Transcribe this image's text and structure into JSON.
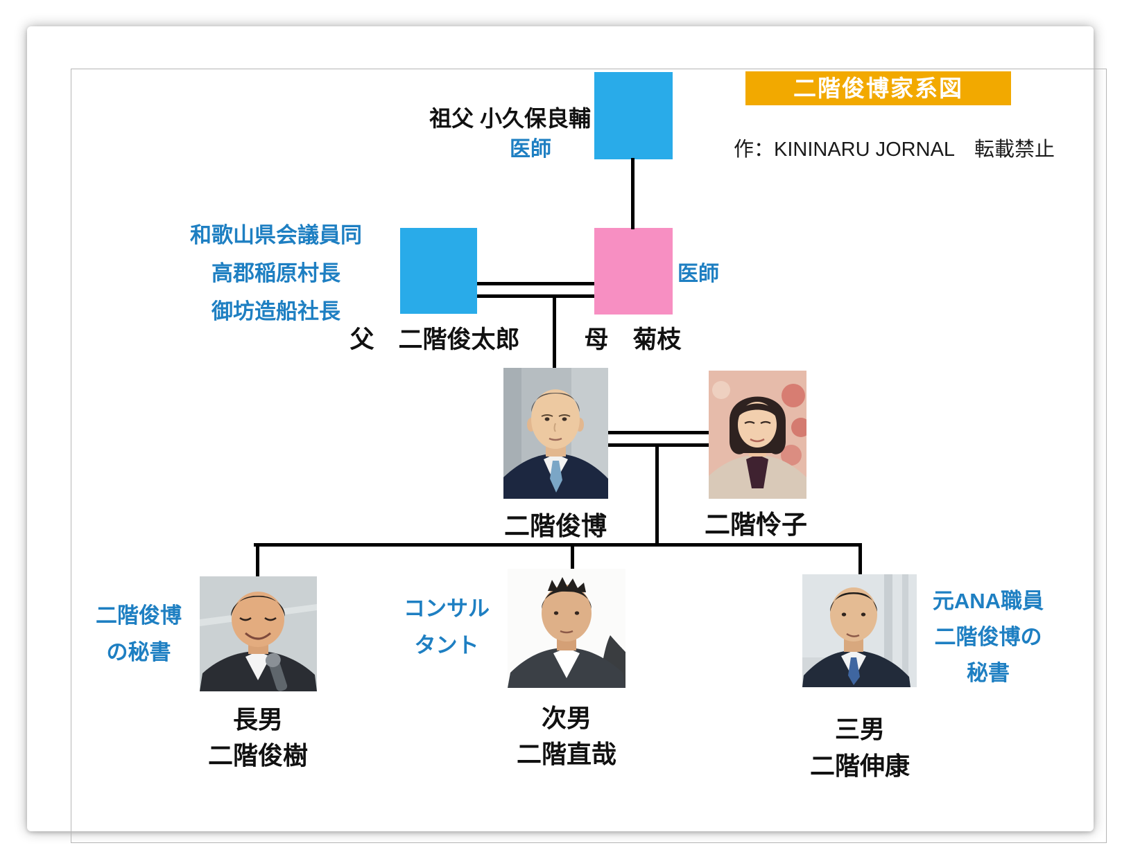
{
  "header": {
    "banner_title": "二階俊博家系図",
    "attribution": "作：KININARU JORNAL　転載禁止"
  },
  "colors": {
    "banner_gold": "#F2A900",
    "male_blue": "#29ABE9",
    "female_pink": "#F78FC2",
    "note_blue": "#1E7FC2",
    "line_black": "#000000"
  },
  "grandfather": {
    "name": "祖父 小久保良輔",
    "occupation": "医師"
  },
  "father": {
    "label": "父　二階俊太郎",
    "titles": [
      "和歌山県会議員同",
      "高郡稲原村長",
      "御坊造船社長"
    ]
  },
  "mother": {
    "label": "母　菊枝",
    "occupation": "医師"
  },
  "subject": {
    "name": "二階俊博"
  },
  "wife": {
    "name": "二階怜子"
  },
  "sons": [
    {
      "birth_order": "長男",
      "name": "二階俊樹",
      "note_lines": [
        "二階俊博",
        "の秘書"
      ]
    },
    {
      "birth_order": "次男",
      "name": "二階直哉",
      "note_lines": [
        "コンサル",
        "タント"
      ]
    },
    {
      "birth_order": "三男",
      "name": "二階伸康",
      "note_lines": [
        "元ANA職員",
        "二階俊博の",
        "秘書"
      ]
    }
  ]
}
